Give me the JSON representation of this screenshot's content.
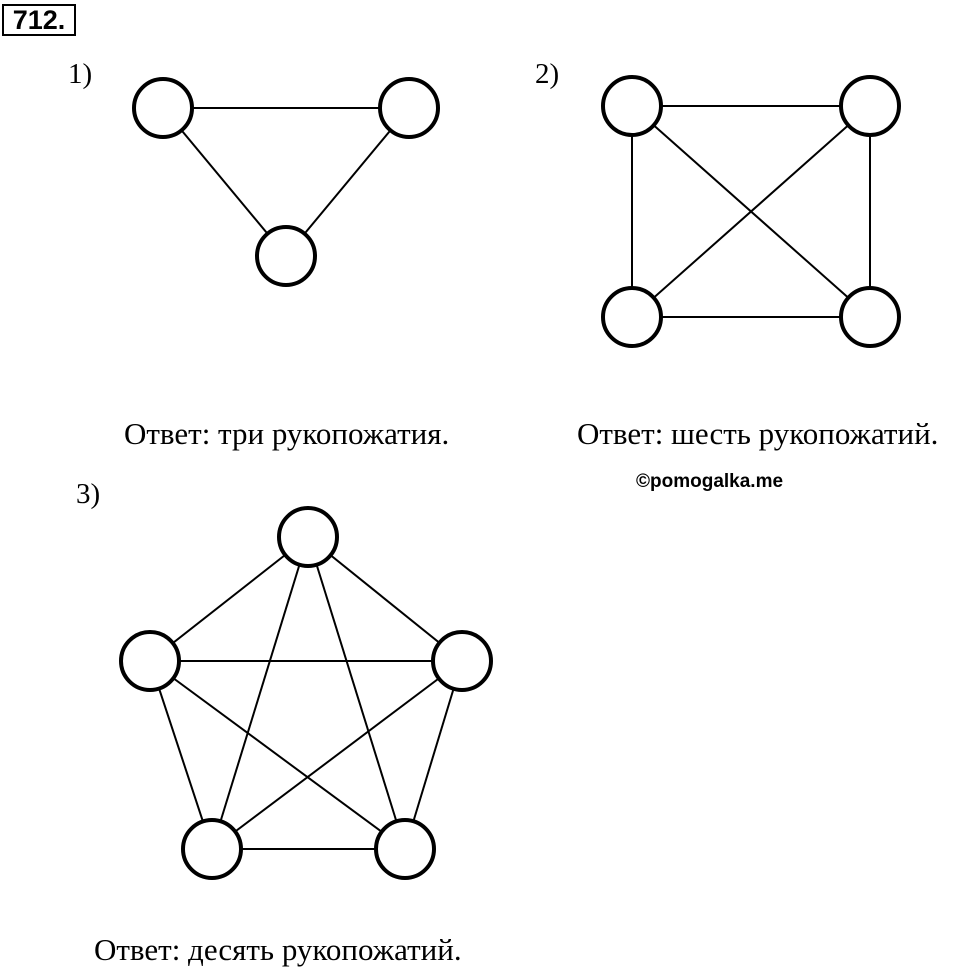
{
  "problem_number": "712.",
  "watermark": "©pomogalka.me",
  "parts": [
    {
      "label": "1)",
      "answer": "Ответ: три рукопожатия.",
      "node_count": 3,
      "edge_count": 3
    },
    {
      "label": "2)",
      "answer": "Ответ: шесть рукопожатий.",
      "node_count": 4,
      "edge_count": 6
    },
    {
      "label": "3)",
      "answer": "Ответ: десять рукопожатий.",
      "node_count": 5,
      "edge_count": 10
    }
  ]
}
